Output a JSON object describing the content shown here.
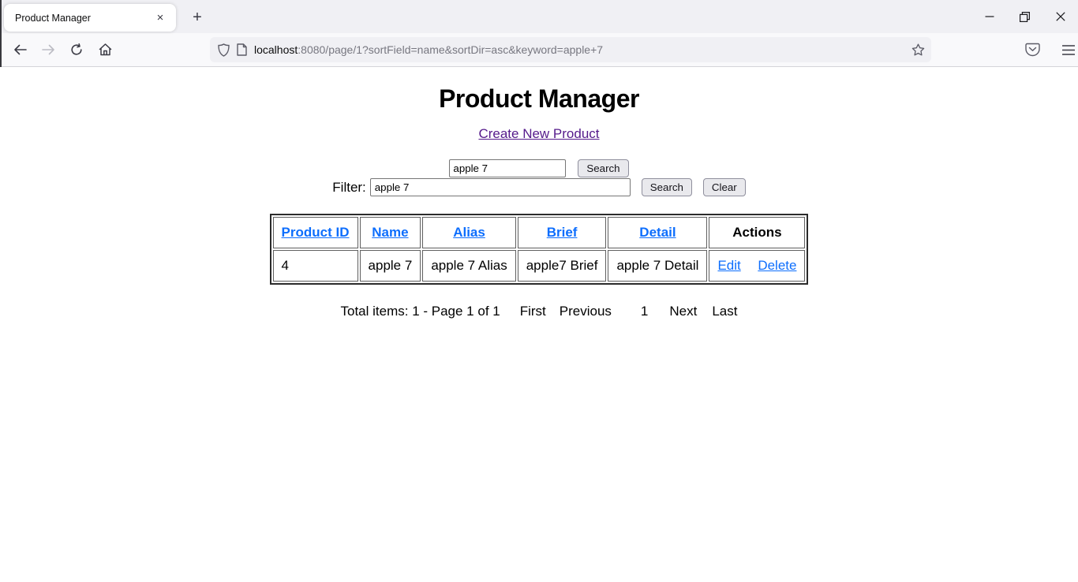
{
  "browser": {
    "tab_title": "Product Manager",
    "tab_close_glyph": "×",
    "new_tab_glyph": "+",
    "url_host": "localhost",
    "url_rest": ":8080/page/1?sortField=name&sortDir=asc&keyword=apple+7"
  },
  "page": {
    "title": "Product Manager",
    "create_link": "Create New Product",
    "top_search": {
      "value": "apple 7",
      "button": "Search"
    },
    "filter": {
      "label": "Filter:",
      "value": "apple 7",
      "search_button": "Search",
      "clear_button": "Clear"
    },
    "table": {
      "headers": [
        {
          "label": "Product ID"
        },
        {
          "label": "Name"
        },
        {
          "label": "Alias"
        },
        {
          "label": "Brief"
        },
        {
          "label": "Detail"
        },
        {
          "label": "Actions"
        }
      ],
      "rows": [
        {
          "id": "4",
          "name": "apple 7",
          "alias": "apple 7 Alias",
          "brief": "apple7 Brief",
          "detail": "apple 7 Detail",
          "edit": "Edit",
          "delete": "Delete"
        }
      ]
    },
    "pagination": {
      "summary": "Total items: 1 - Page 1 of 1",
      "first": "First",
      "previous": "Previous",
      "current": "1",
      "next": "Next",
      "last": "Last"
    }
  },
  "colors": {
    "link_blue": "#0d6efd",
    "visited_purple": "#551a8b",
    "chrome_tab_bar": "#f0f0f4",
    "chrome_toolbar": "#f9f9fb",
    "button_bg": "#e9e9ed"
  }
}
